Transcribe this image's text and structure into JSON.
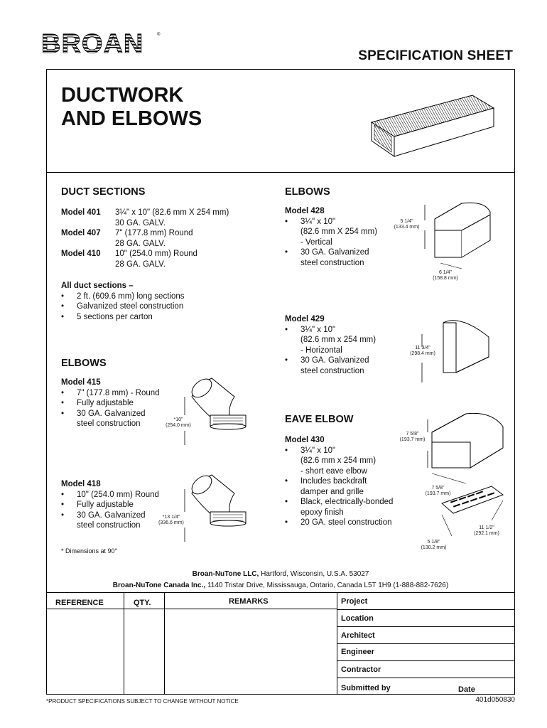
{
  "brand": "BROAN",
  "header": {
    "spec_title": "SPECIFICATION SHEET"
  },
  "title": {
    "line1": "DUCTWORK",
    "line2": "AND ELBOWS"
  },
  "duct_sections": {
    "heading": "DUCT SECTIONS",
    "models": [
      {
        "model": "Model 401",
        "line1": "3¼\" x 10\" (82.6 mm X 254 mm)",
        "line2": "30 GA. GALV."
      },
      {
        "model": "Model 407",
        "line1": "7\" (177.8 mm) Round",
        "line2": "28 GA. GALV."
      },
      {
        "model": "Model 410",
        "line1": "10\" (254.0 mm) Round",
        "line2": "28 GA. GALV."
      }
    ],
    "all_heading": "All duct sections –",
    "all_items": [
      "2 ft. (609.6 mm) long sections",
      "Galvanized steel construction",
      "5 sections per carton"
    ]
  },
  "elbows_left": {
    "heading": "ELBOWS",
    "m415": {
      "model": "Model 415",
      "items": [
        "7\" (177.8 mm) - Round",
        "Fully adjustable",
        "30 GA. Galvanized"
      ],
      "items_cont": "steel construction",
      "dim": "*10\"",
      "dim_mm": "(254.0 mm)"
    },
    "m418": {
      "model": "Model 418",
      "items": [
        "10\" (254.0 mm) Round",
        "Fully adjustable",
        "30 GA. Galvanized"
      ],
      "items_cont": "steel construction",
      "dim": "*13 1/4\"",
      "dim_mm": "(336.6 mm)"
    },
    "note": "* Dimensions at 90°"
  },
  "elbows_right": {
    "heading": "ELBOWS",
    "m428": {
      "model": "Model 428",
      "b1": "3¼\" x 10\"",
      "b1a": "(82.6 mm X 254 mm)",
      "b1b": "- Vertical",
      "b2": "30 GA. Galvanized",
      "b2a": "steel construction",
      "dim_h": "5 1/4\"",
      "dim_h_mm": "(133.4 mm)",
      "dim_w": "6 1/4\"",
      "dim_w_mm": "(158.8 mm)"
    },
    "m429": {
      "model": "Model 429",
      "b1": "3¼\" x 10\"",
      "b1a": "(82.6 mm x 254 mm)",
      "b1b": "- Horizontal",
      "b2": "30 GA. Galvanized",
      "b2a": "steel construction",
      "dim_h": "11 3/4\"",
      "dim_h_mm": "(298.4 mm)"
    }
  },
  "eave_elbow": {
    "heading": "EAVE ELBOW",
    "model": "Model 430",
    "b1": "3¼\" x 10\"",
    "b1a": "(82.6 mm x 254 mm)",
    "b1b": "- short eave elbow",
    "b2": "Includes backdraft",
    "b2a": "damper and grille",
    "b3": "Black, electrically-bonded",
    "b3a": "epoxy finish",
    "b4": "20 GA. steel construction",
    "d1": "7 5/8\"",
    "d1_mm": "(193.7 mm)",
    "d2": "7 5/8\"",
    "d2_mm": "(193.7 mm)",
    "d3": "11 1/2\"",
    "d3_mm": "(292.1 mm)",
    "d4": "5 1/8\"",
    "d4_mm": "(130.2 mm)"
  },
  "address": {
    "company1": "Broan-NuTone LLC,",
    "addr1": " Hartford, Wisconsin, U.S.A. 53027",
    "company2": "Broan-NuTone Canada Inc.,",
    "addr2": " 1140 Tristar Drive, Mississauga, Ontario, Canada L5T 1H9 (1-888-882-7626)"
  },
  "table": {
    "reference": "REFERENCE",
    "qty": "QTY.",
    "remarks": "REMARKS",
    "fields": [
      "Project",
      "Location",
      "Architect",
      "Engineer",
      "Contractor",
      "Submitted by"
    ],
    "date": "Date"
  },
  "footer": {
    "notice": "*PRODUCT SPECIFICATIONS SUBJECT TO CHANGE WITHOUT NOTICE",
    "code": "401d050830"
  }
}
